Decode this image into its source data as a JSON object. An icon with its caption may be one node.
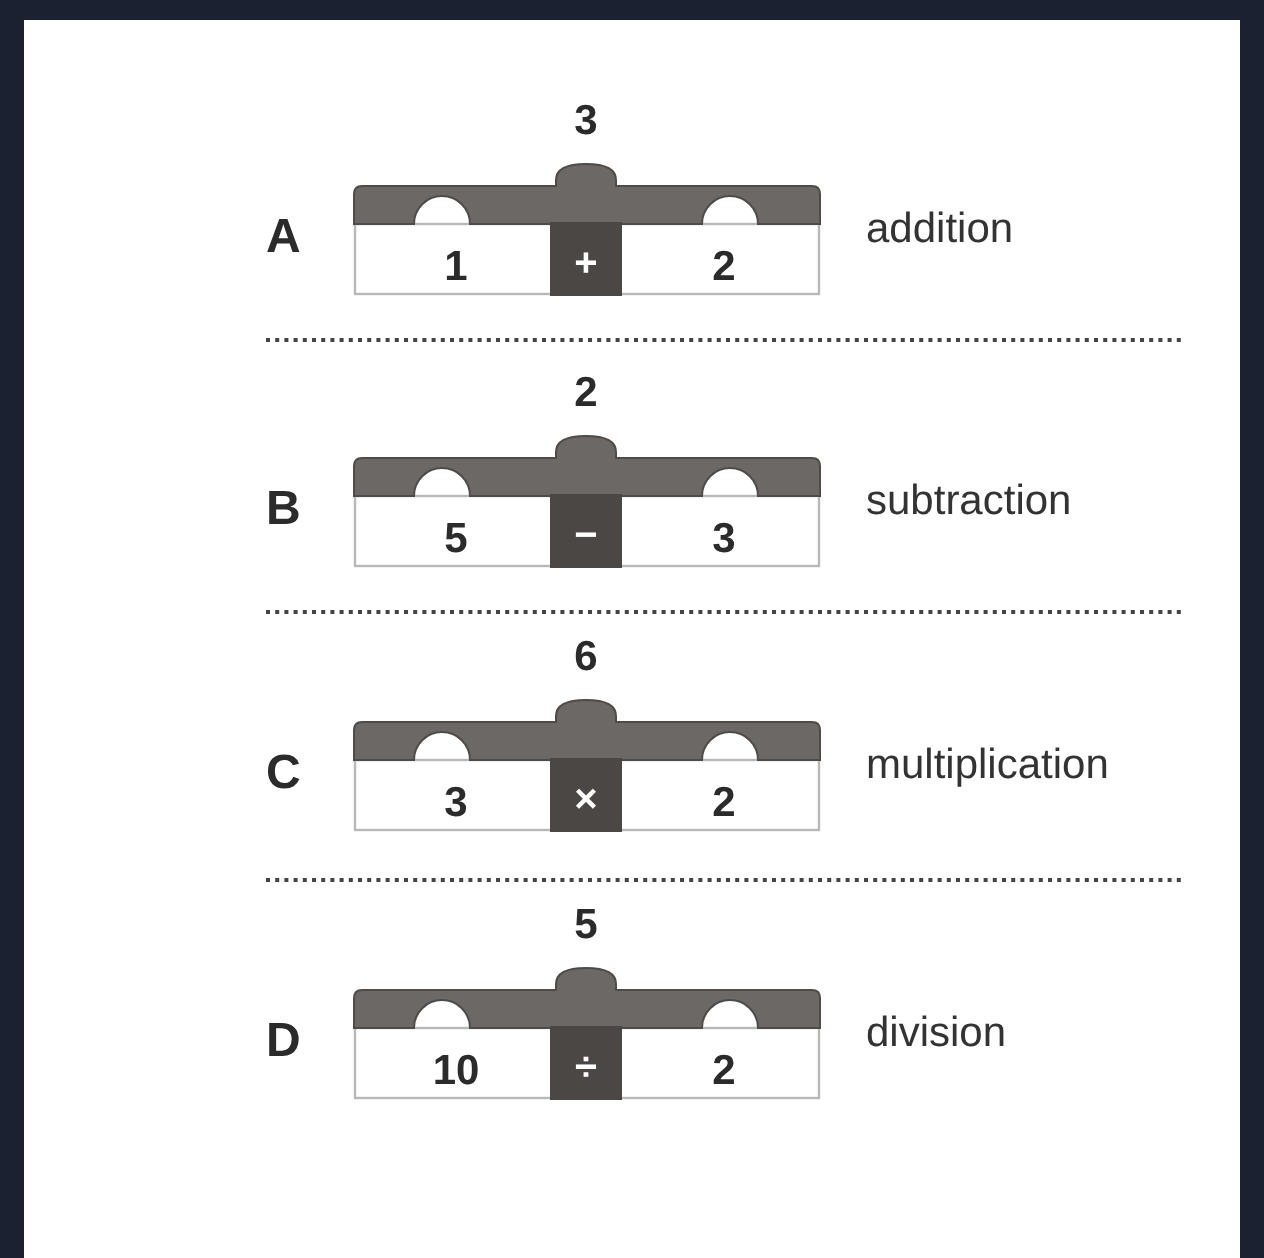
{
  "diagram": {
    "labels": [
      "3",
      "A",
      "1",
      "+",
      "2",
      "addition",
      "2",
      "B",
      "5",
      "−",
      "3",
      "subtraction",
      "6",
      "C",
      "3",
      "×",
      "2",
      "multiplication",
      "5",
      "D",
      "10",
      "÷",
      "2",
      "division"
    ]
  }
}
